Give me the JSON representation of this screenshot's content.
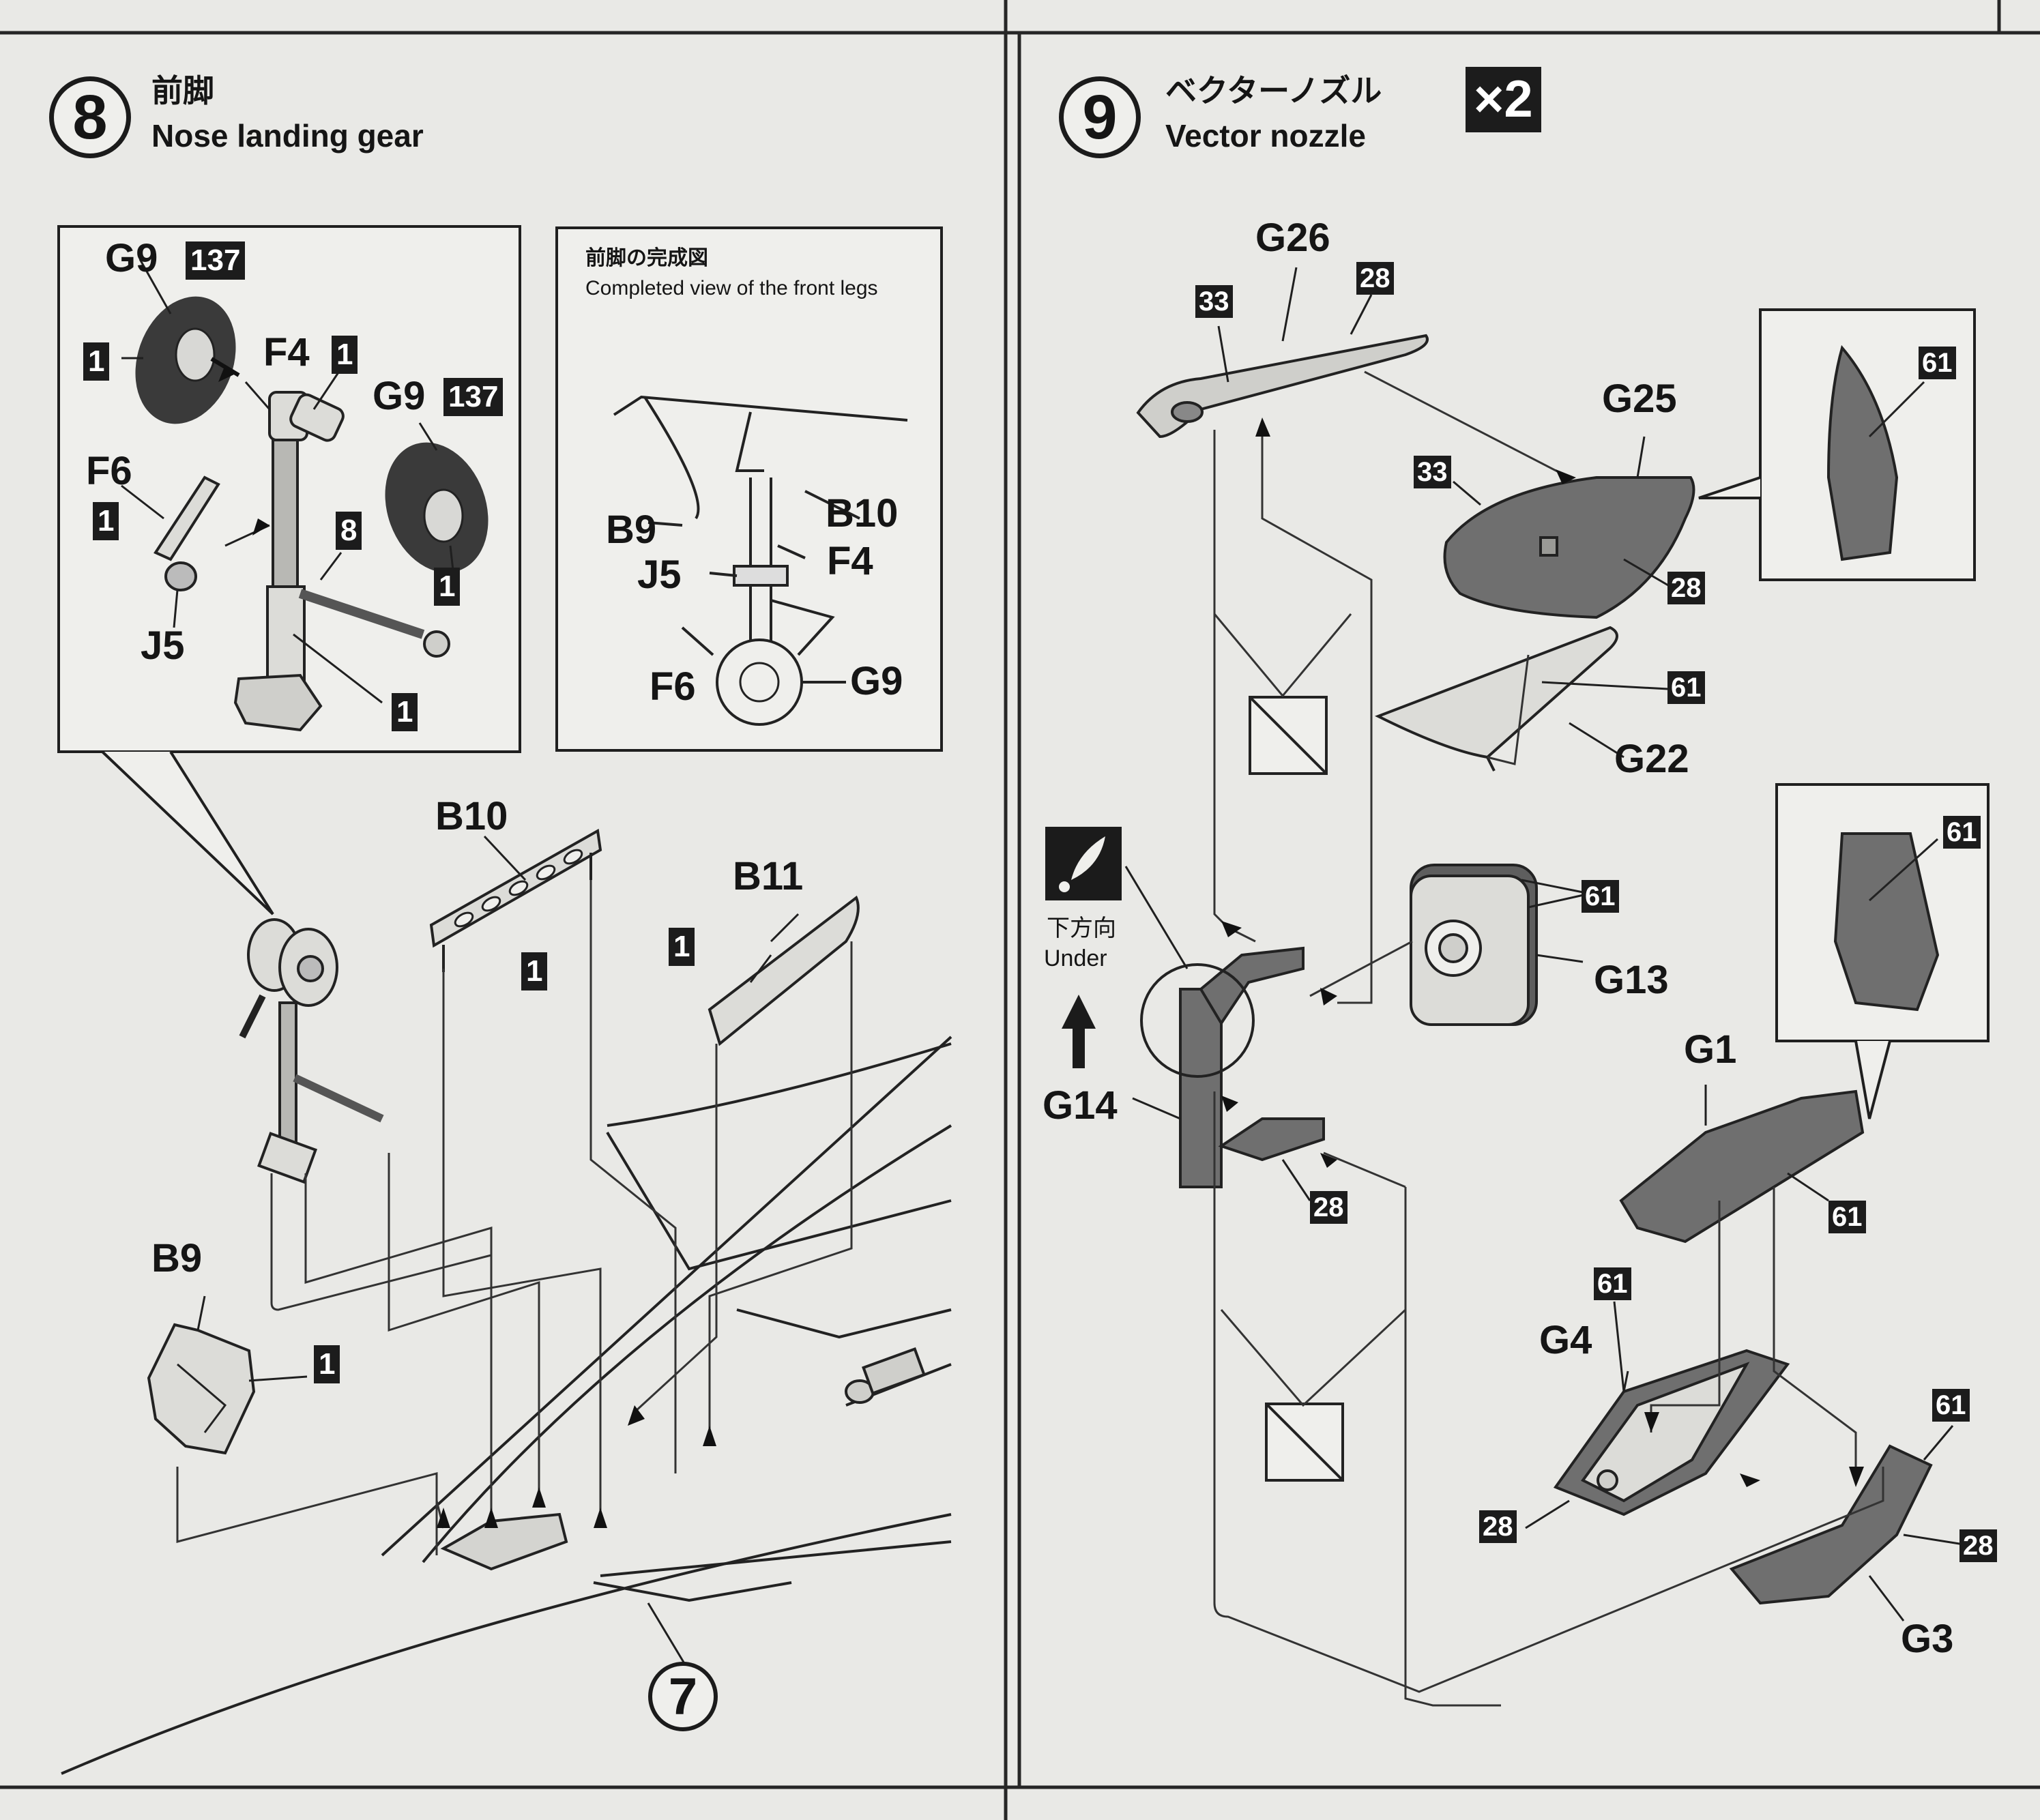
{
  "step8": {
    "number": "8",
    "title_jp": "前脚",
    "title_en": "Nose landing gear",
    "inset_title_jp": "前脚の完成図",
    "inset_title_en": "Completed view of the front legs",
    "ref_step": "7",
    "labels": {
      "g9_a": "G9",
      "g9_a_paint": "137",
      "wheel_paint_a": "1",
      "f4": "F4",
      "f4_paint": "1",
      "g9_b": "G9",
      "g9_b_paint": "137",
      "f6": "F6",
      "f6_paint": "1",
      "strut_paint_8": "8",
      "wheel_paint_b": "1",
      "j5": "J5",
      "base_paint": "1",
      "inset_b9": "B9",
      "inset_b10": "B10",
      "inset_j5": "J5",
      "inset_f4": "F4",
      "inset_f6": "F6",
      "inset_g9": "G9",
      "b10": "B10",
      "b10_paint": "1",
      "b11": "B11",
      "b11_paint": "1",
      "b9": "B9",
      "b9_paint": "1"
    }
  },
  "step9": {
    "number": "9",
    "title_jp": "ベクターノズル",
    "title_en": "Vector nozzle",
    "multiplier": "×2",
    "under_jp": "下方向",
    "under_en": "Under",
    "labels": {
      "g26": "G26",
      "g26_paint_33": "33",
      "g26_paint_28": "28",
      "g25": "G25",
      "g25_paint_33": "33",
      "g25_paint_28": "28",
      "inset1_paint": "61",
      "g22": "G22",
      "g22_paint": "61",
      "g13": "G13",
      "g13_paint": "61",
      "g14": "G14",
      "g14_paint": "28",
      "inset2_paint": "61",
      "g1": "G1",
      "g1_paint": "61",
      "g4": "G4",
      "g4_paint_61": "61",
      "g4_paint_28": "28",
      "g3": "G3",
      "g3_paint_61": "61",
      "g3_paint_28": "28"
    }
  },
  "colors": {
    "paper": "#e9e9e6",
    "ink": "#1b1b1b",
    "part_gray": "#6f6f6f",
    "badge": "#1c1c1c"
  }
}
